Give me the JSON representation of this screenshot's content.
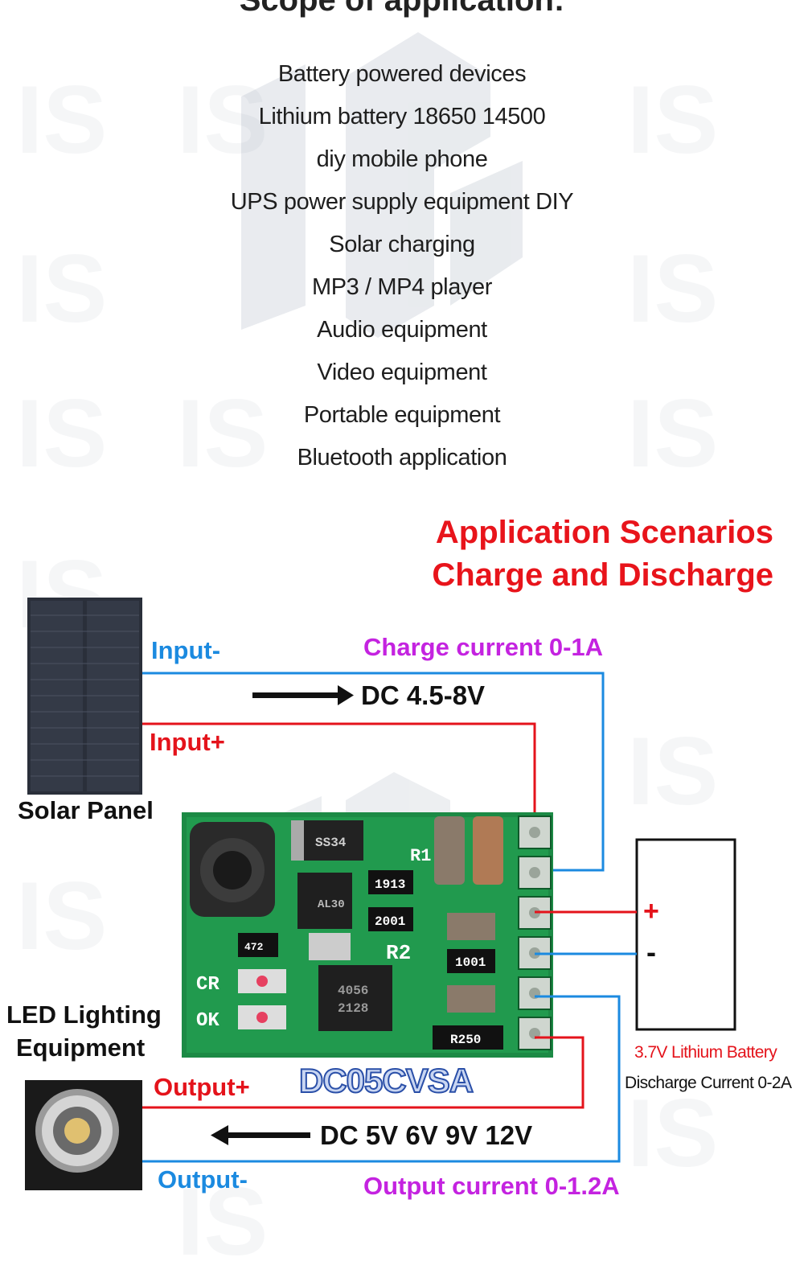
{
  "scope": {
    "title": "Scope of application:",
    "items": [
      "Battery powered devices",
      "Lithium battery 18650 14500",
      "diy mobile phone",
      "UPS power supply equipment DIY",
      "Solar charging",
      "MP3 / MP4 player",
      "Audio equipment",
      "Video equipment",
      "Portable equipment",
      "Bluetooth application"
    ]
  },
  "scenarios": {
    "title_line1": "Application Scenarios",
    "title_line2": "Charge and Discharge"
  },
  "diagram": {
    "input_minus": "Input-",
    "input_plus": "Input+",
    "charge_current": "Charge current 0-1A",
    "dc_in": "DC 4.5-8V",
    "solar_panel": "Solar Panel",
    "led_line1": "LED Lighting",
    "led_line2": "Equipment",
    "output_plus": "Output+",
    "output_minus": "Output-",
    "dc_out": "DC 5V 6V 9V 12V",
    "output_current": "Output current 0-1.2A",
    "battery_plus": "+",
    "battery_minus": "-",
    "battery_label": "3.7V Lithium Battery",
    "discharge_current": "Discharge Current 0-2A",
    "module_model": "DC05CVSA",
    "pcb_marks": {
      "diode": "SS34",
      "r1": "R1",
      "r2": "R2",
      "ic1": "AL30",
      "res1": "1913",
      "res2": "2001",
      "res3": "1001",
      "res4": "R250",
      "res5": "472",
      "ic2_line1": "4056",
      "ic2_line2": "2128",
      "led_cr": "CR",
      "led_ok": "OK"
    }
  },
  "colors": {
    "accent_red": "#e8141b",
    "wire_blue": "#1b8ae0",
    "wire_red": "#e4131b",
    "magenta": "#c423e0",
    "pcb_green": "#1c8a45"
  }
}
